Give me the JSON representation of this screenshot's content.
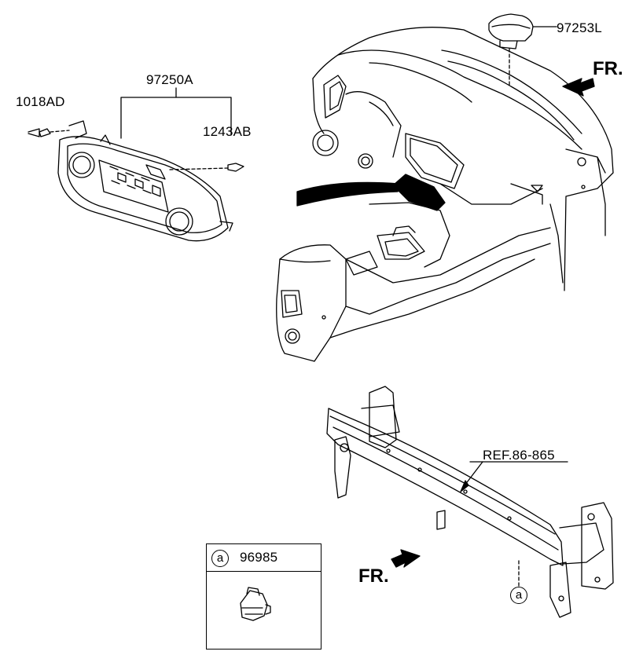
{
  "parts": {
    "p97253L": "97253L",
    "p97250A": "97250A",
    "p1018AD": "1018AD",
    "p1243AB": "1243AB",
    "ref": "REF.86-865"
  },
  "directions": {
    "fr_top": "FR.",
    "fr_bottom": "FR."
  },
  "callouts": {
    "marker": "a"
  },
  "legend": {
    "marker": "a",
    "part": "96985"
  }
}
